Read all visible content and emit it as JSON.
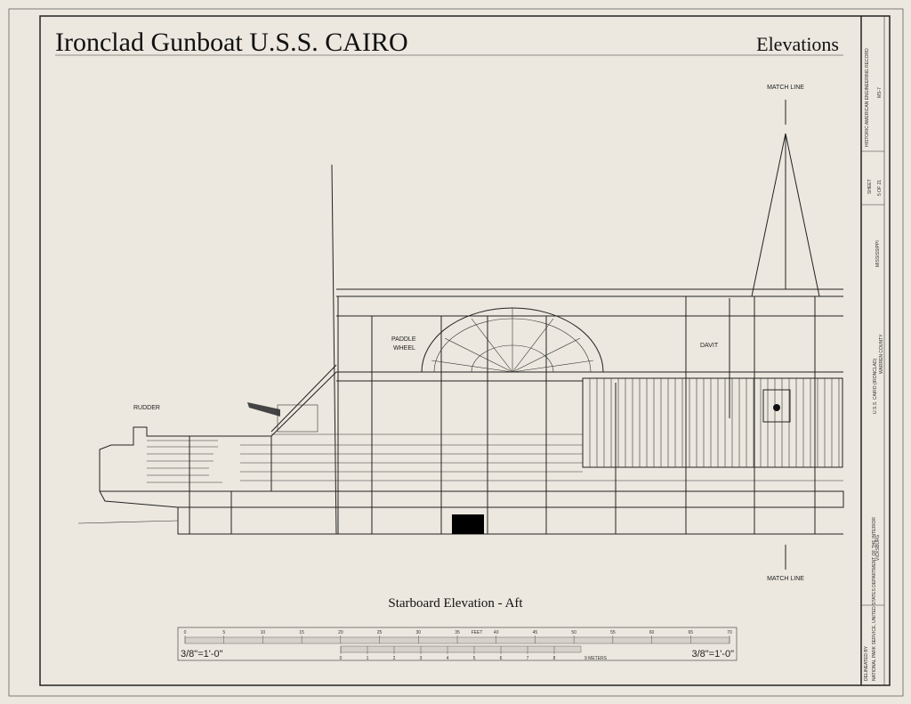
{
  "title": "Ironclad Gunboat U.S.S. CAIRO",
  "sheet_title": "Elevations",
  "drawing_caption": "Starboard Elevation - Aft",
  "labels": {
    "rudder": "RUDDER",
    "paddle_wheel_1": "PADDLE",
    "paddle_wheel_2": "WHEEL",
    "davit": "DAVIT",
    "match_line_top": "MATCH LINE",
    "match_line_bottom": "MATCH LINE"
  },
  "scale_bar": {
    "feet_ticks": [
      "0",
      "5",
      "10",
      "15",
      "20",
      "25",
      "30",
      "35",
      "40",
      "45",
      "50",
      "55",
      "60",
      "65",
      "70"
    ],
    "feet_unit": "FEET",
    "meter_ticks": [
      "0",
      "1",
      "2",
      "3",
      "4",
      "5",
      "6",
      "7",
      "8"
    ],
    "meter_unit": "9 METERS",
    "scale_left": "3/8\"=1'-0\"",
    "scale_right": "3/8\"=1'-0\""
  },
  "title_block": {
    "record": "HISTORIC AMERICAN ENGINEERING RECORD",
    "record_no": "MS-7",
    "sheet_label": "SHEET",
    "sheet_no": "5 OF 21",
    "state": "MISSISSIPPI",
    "structure": "U.S.S. CAIRO (IRONCLAD)",
    "county": "WARREN COUNTY",
    "city": "VICKSBURG",
    "agency": "NATIONAL PARK SERVICE, UNITED STATES DEPARTMENT OF THE INTERIOR",
    "delineated": "DELINEATED BY"
  },
  "colors": {
    "paper": "#ece8df",
    "ink": "#222222"
  }
}
